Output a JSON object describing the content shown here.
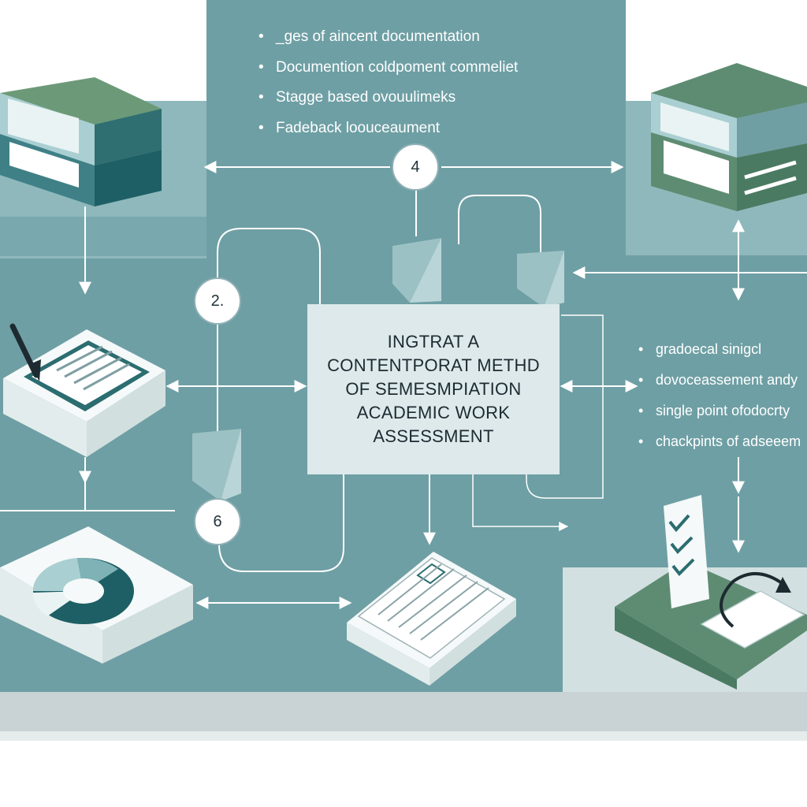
{
  "top_bullets": [
    "_ges of aincent documentation",
    "Documention coldpoment commeliet",
    "Stagge based ovouulimeks",
    "Fadeback loouceaument"
  ],
  "right_bullets": [
    "gradoecal sinigcl",
    "dovoceassement andy",
    "single point ofodocrty",
    "chackpints of adseeem"
  ],
  "center_box": {
    "lines": [
      "INGTRAT A",
      "CONTENTPORAT METHD",
      "OF SEMESMPIATION",
      "ACADEMIC WORK",
      "ASSESSMENT"
    ]
  },
  "badges": {
    "step_4": "4",
    "step_2": "2.",
    "step_6": "6"
  },
  "colors": {
    "teal_main": "#6e9fa4",
    "teal_light": "#8fb8bc",
    "teal_dark": "#1d5f64",
    "green_book": "#5e8c72",
    "box_fill": "#dde9eb",
    "grey_band": "#c9d3d5"
  }
}
